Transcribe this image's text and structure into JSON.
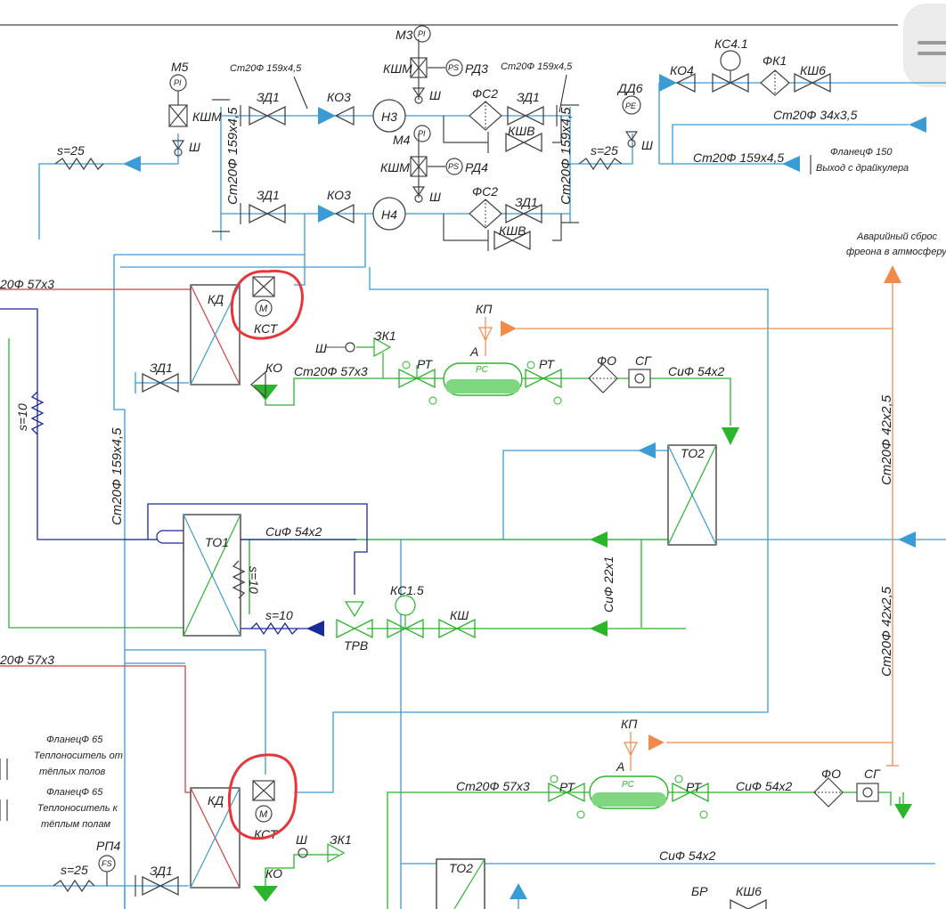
{
  "labels": {
    "m5": "М5",
    "kshm_left": "КШМ",
    "sh": "Ш",
    "s25": "s=25",
    "pipe_st20_159_top": "Ст20Ф 159х4,5",
    "pipe_st20_159_vert": "Ст20Ф 159х4,5",
    "pipe_st20_159_bottom": "Ст20Ф 159х4,5",
    "zd1": "ЗД1",
    "ko3": "КО3",
    "h3": "Н3",
    "h4": "Н4",
    "m3": "М3",
    "m4": "М4",
    "pi": "PI",
    "ps": "PS",
    "pe": "PE",
    "fs": "FS",
    "kshm": "КШМ",
    "rd3": "РД3",
    "rd4": "РД4",
    "fc2": "ФС2",
    "kshv": "КШВ",
    "pipe_st20_159_top_right": "Ст20Ф 159х4,5",
    "dd6": "ДД6",
    "ko4": "КО4",
    "kc41": "КС4.1",
    "fk1": "ФК1",
    "ksh6": "КШ6",
    "pipe_st20_34": "Ст20Ф 34х3,5",
    "pipe_st20_159_right": "Ст20Ф 159х4,5",
    "flange150": "ФланецФ 150",
    "exit_dryer": "Выход с драйкулера",
    "emergency1": "Аварийный сброс",
    "emergency2": "фреона в атмосферу",
    "pipe_20_57_top": "20Ф 57х3",
    "kd": "КД",
    "m": "М",
    "kct": "КСТ",
    "ko": "КО",
    "zk1": "ЗК1",
    "kp": "КП",
    "a": "А",
    "pipe_st20_57": "Ст20Ф 57х3",
    "pt": "РТ",
    "pc": "РС",
    "fo": "ФО",
    "sg": "СГ",
    "pipe_cu54": "СиФ 54х2",
    "s10": "s=10",
    "pipe_st20_159_left": "Ст20Ф 159х4,5",
    "pipe_st20_42_upper": "Ст20Ф 42х2,5",
    "pipe_st20_42_lower": "Ст20Ф 42х2,5",
    "to1": "ТО1",
    "to2": "ТО2",
    "pipe_cu54_mid": "СиФ 54х2",
    "pipe_cu22": "СиФ 22х1",
    "kc15": "КС1.5",
    "ksh": "КШ",
    "trv": "ТРВ",
    "pipe_20_57_lower": "20Ф 57х3",
    "flange65a": "ФланецФ 65",
    "heat_from1": "Теплоноситель от",
    "heat_from2": "тёплых полов",
    "flange65b": "ФланецФ 65",
    "heat_to1": "Теплоноситель к",
    "heat_to2": "тёплым полам",
    "rp4": "РП4",
    "br": "БР"
  },
  "colors": {
    "water": "#3a9bd5",
    "refrigerant_liquid": "#2ab52a",
    "refrigerant_hot": "#cc4444",
    "freon_discharge": "#f08a4b",
    "brine": "#1a2a9a",
    "annotation": "#e8353a",
    "line": "#444444"
  },
  "icons": [
    "menu-icon"
  ]
}
